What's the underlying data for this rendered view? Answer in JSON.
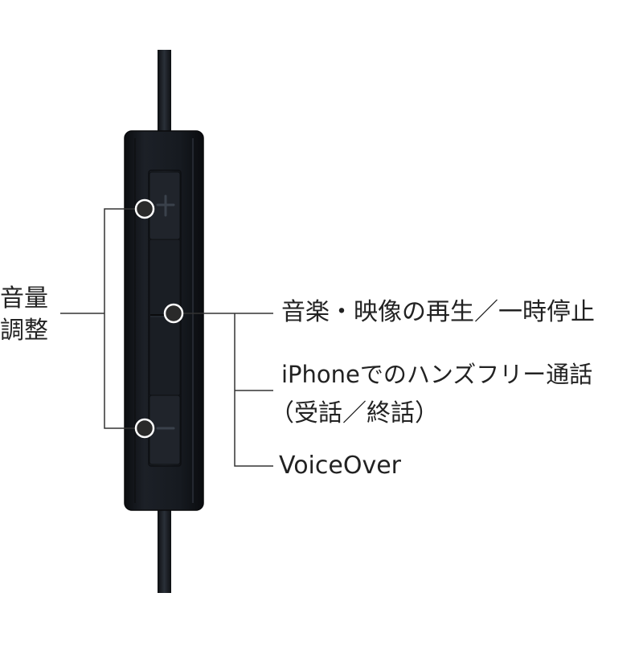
{
  "labels": {
    "volume_line1": "音量",
    "volume_line2": "調整",
    "play_pause": "音楽・映像の再生／一時停止",
    "handsfree_line1": "iPhoneでのハンズフリー通話",
    "handsfree_line2": "（受話／終話）",
    "voiceover": "VoiceOver"
  },
  "colors": {
    "remote_body": "#14171c",
    "cable": "#20252c",
    "leader_line": "#333333",
    "text": "#222222"
  }
}
